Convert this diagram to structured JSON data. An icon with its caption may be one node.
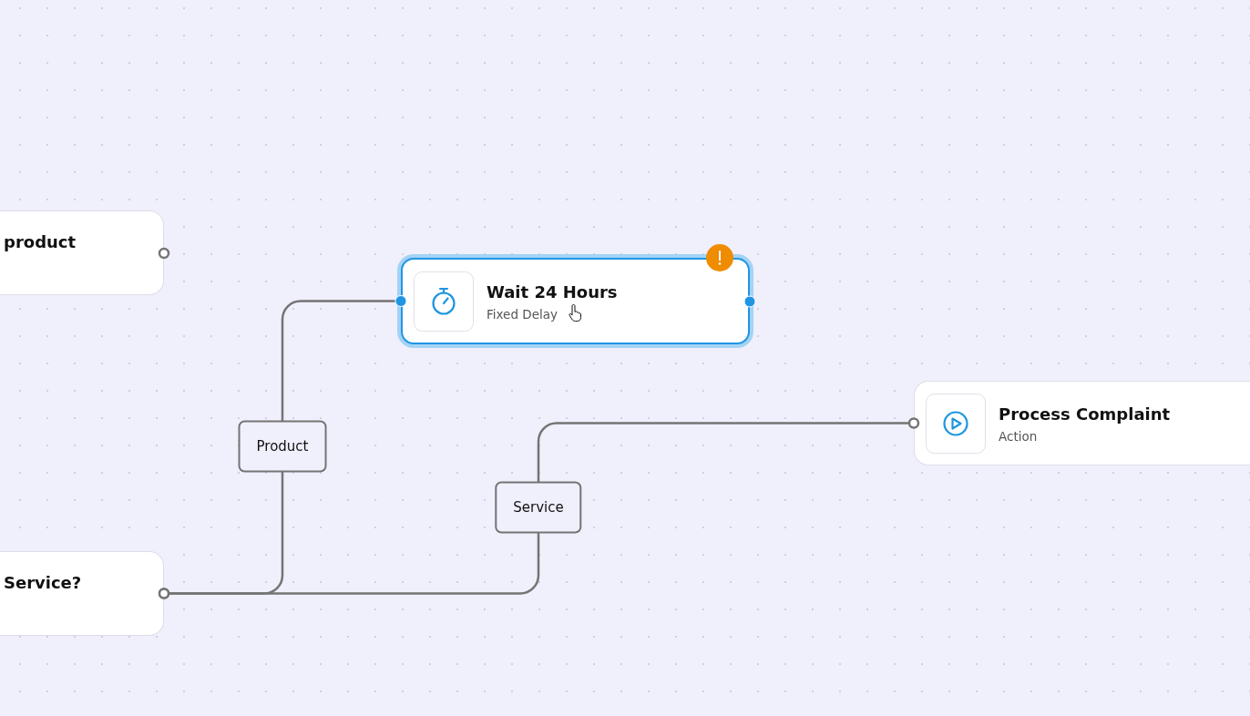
{
  "diagram": {
    "nodes": [
      {
        "text": [
          "product"
        ]
      },
      {
        "text": [
          "Service?"
        ]
      },
      {
        "text": [
          "Wait 24 Hours",
          "Fixed Delay"
        ]
      },
      {
        "text": [
          "Process Complaint",
          "Action"
        ]
      }
    ],
    "edges": [
      {
        "from": 1,
        "to": 2,
        "arrow": "other",
        "label": "Product"
      },
      {
        "from": 1,
        "to": 3,
        "arrow": "other",
        "label": "Service"
      }
    ]
  }
}
